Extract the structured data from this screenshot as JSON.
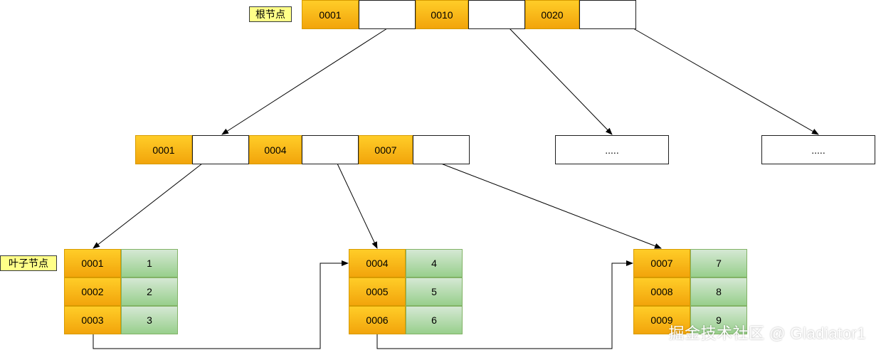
{
  "labels": {
    "root": "根节点",
    "leaf": "叶子节点"
  },
  "root": {
    "keys": [
      "0001",
      "0010",
      "0020"
    ]
  },
  "internal": {
    "keys": [
      "0001",
      "0004",
      "0007"
    ],
    "ellipsis_1": ".....",
    "ellipsis_2": "....."
  },
  "leaves": [
    {
      "rows": [
        {
          "key": "0001",
          "value": "1"
        },
        {
          "key": "0002",
          "value": "2"
        },
        {
          "key": "0003",
          "value": "3"
        }
      ]
    },
    {
      "rows": [
        {
          "key": "0004",
          "value": "4"
        },
        {
          "key": "0005",
          "value": "5"
        },
        {
          "key": "0006",
          "value": "6"
        }
      ]
    },
    {
      "rows": [
        {
          "key": "0007",
          "value": "7"
        },
        {
          "key": "0008",
          "value": "8"
        },
        {
          "key": "0009",
          "value": "9"
        }
      ]
    }
  ],
  "watermark": "掘金技术社区 @ Gladiator1",
  "colors": {
    "key_fill": "#ffcd28",
    "value_fill": "#d5e8d4",
    "label_fill": "#ffff88"
  }
}
